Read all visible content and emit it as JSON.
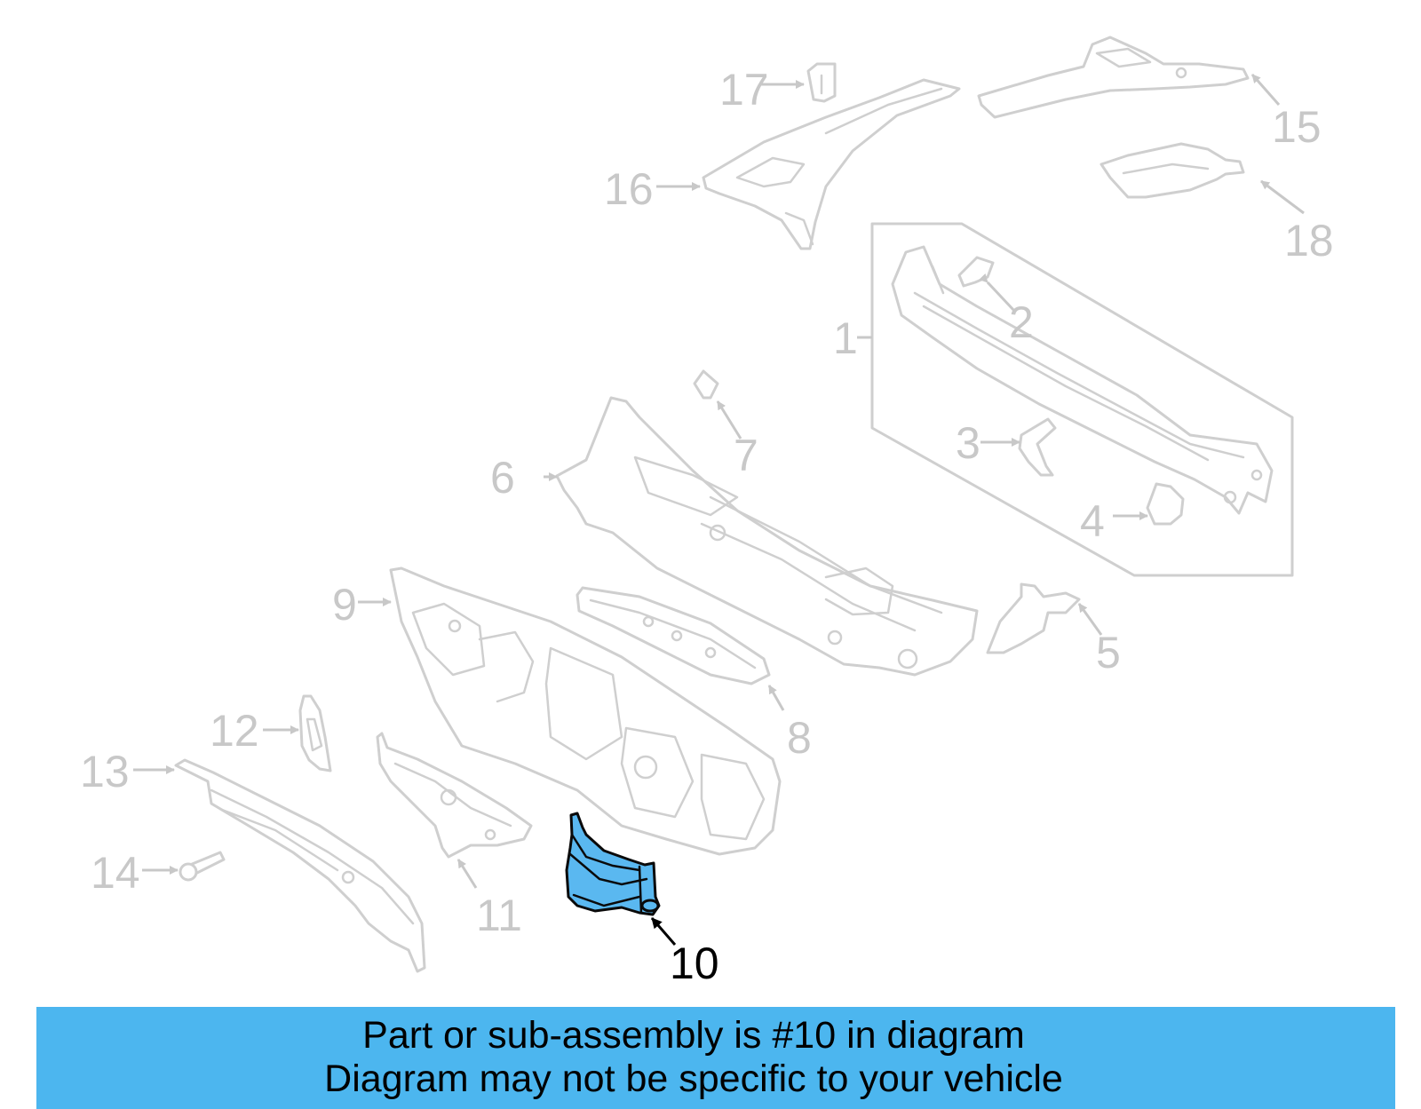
{
  "diagram": {
    "highlighted_part": "10",
    "callouts": [
      "1",
      "2",
      "3",
      "4",
      "5",
      "6",
      "7",
      "8",
      "9",
      "10",
      "11",
      "12",
      "13",
      "14",
      "15",
      "16",
      "17",
      "18"
    ],
    "colors": {
      "highlight_fill": "#5ab8f0",
      "banner_background": "#4cb6ef",
      "part_outline": "#cfcfcf",
      "highlight_outline": "#000000"
    }
  },
  "banner": {
    "line1": "Part or sub-assembly is #10 in diagram",
    "line2": "Diagram may not be specific to your vehicle"
  }
}
